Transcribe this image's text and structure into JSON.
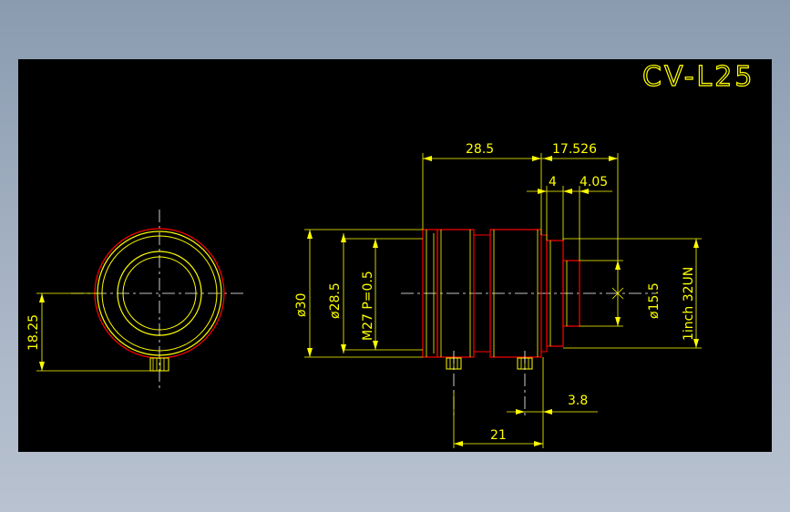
{
  "drawing": {
    "title": "CV-L25",
    "dimensions": {
      "length_body": "28.5",
      "length_mount": "17.526",
      "flange_4": "4",
      "flange_405": "4.05",
      "dia_30": "ø30",
      "dia_285": "ø28.5",
      "thread_m27": "M27  P=0.5",
      "dia_155": "ø15.5",
      "thread_1inch": "1inch  32UN",
      "offset_1825": "18.25",
      "dist_21": "21",
      "dist_38": "3.8"
    },
    "colors": {
      "background": "#000000",
      "dimension": "#ffff00",
      "outline": "#ff0000",
      "centerline": "#ffffff"
    }
  }
}
